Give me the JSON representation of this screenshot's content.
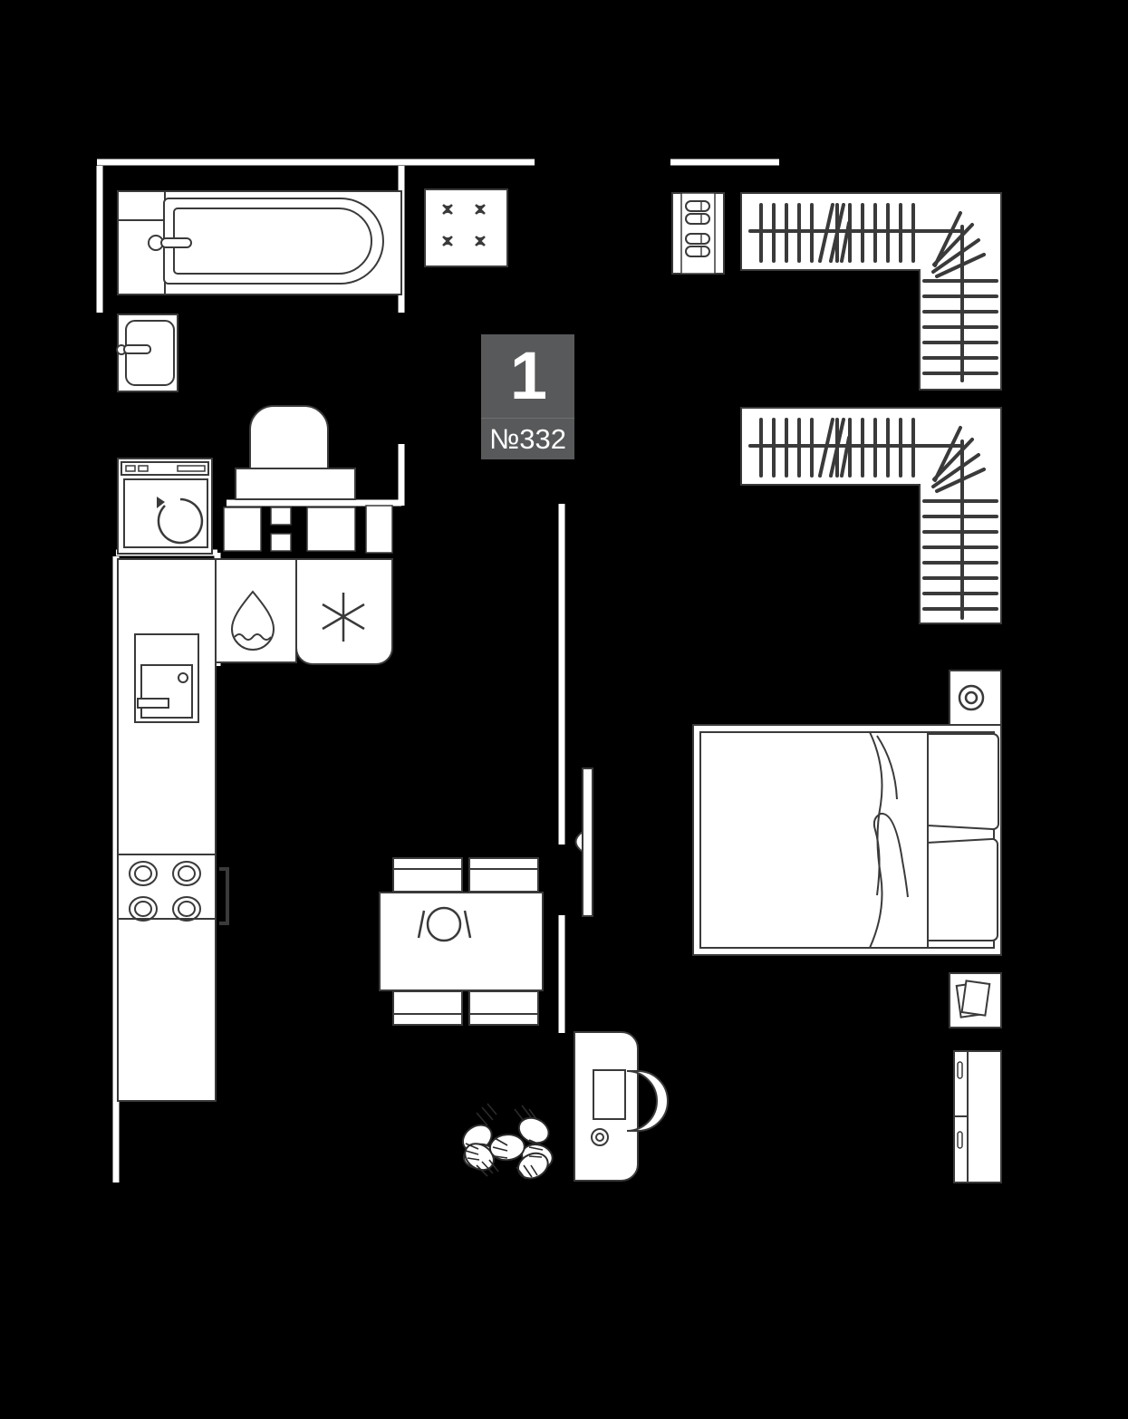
{
  "plan": {
    "title": "Apartment floor plan",
    "badge": {
      "rooms": "1",
      "number": "№332"
    },
    "colors": {
      "background": "#000000",
      "fill": "#ffffff",
      "stroke": "#3a3a3a",
      "badge_bg": "#58595b",
      "badge_text": "#ffffff"
    },
    "rooms": [
      {
        "name": "bathroom",
        "label": ""
      },
      {
        "name": "kitchen",
        "label": ""
      },
      {
        "name": "living-dining",
        "label": ""
      },
      {
        "name": "bedroom",
        "label": ""
      },
      {
        "name": "hallway",
        "label": ""
      }
    ],
    "fixtures": [
      {
        "id": "bathtub",
        "icon": "bathtub-icon"
      },
      {
        "id": "washbasin",
        "icon": "sink-icon"
      },
      {
        "id": "toilet",
        "icon": "toilet-icon"
      },
      {
        "id": "washing-machine",
        "icon": "washing-machine-icon"
      },
      {
        "id": "kitchen-sink",
        "icon": "water-drop-icon"
      },
      {
        "id": "refrigerator",
        "icon": "snowflake-icon"
      },
      {
        "id": "oven",
        "icon": "oven-icon"
      },
      {
        "id": "cooktop",
        "icon": "four-burner-icon"
      },
      {
        "id": "balcony-table",
        "icon": "four-stools-icon"
      },
      {
        "id": "dining-table",
        "icon": "plate-cutlery-icon"
      },
      {
        "id": "desk",
        "icon": "monitor-icon"
      },
      {
        "id": "desk-chair",
        "icon": "chair-icon"
      },
      {
        "id": "plant",
        "icon": "monstera-plant-icon"
      },
      {
        "id": "bed",
        "icon": "double-bed-icon"
      },
      {
        "id": "nightstand-lamp",
        "icon": "lamp-icon"
      },
      {
        "id": "nightstand-books",
        "icon": "books-icon"
      },
      {
        "id": "wardrobe-upper",
        "icon": "hanging-clothes-icon"
      },
      {
        "id": "wardrobe-lower",
        "icon": "hanging-clothes-icon"
      },
      {
        "id": "shoe-rack",
        "icon": "shoes-icon"
      },
      {
        "id": "storage-cabinet",
        "icon": "cabinet-icon"
      },
      {
        "id": "sliding-door",
        "icon": "sliding-door-icon"
      }
    ]
  }
}
